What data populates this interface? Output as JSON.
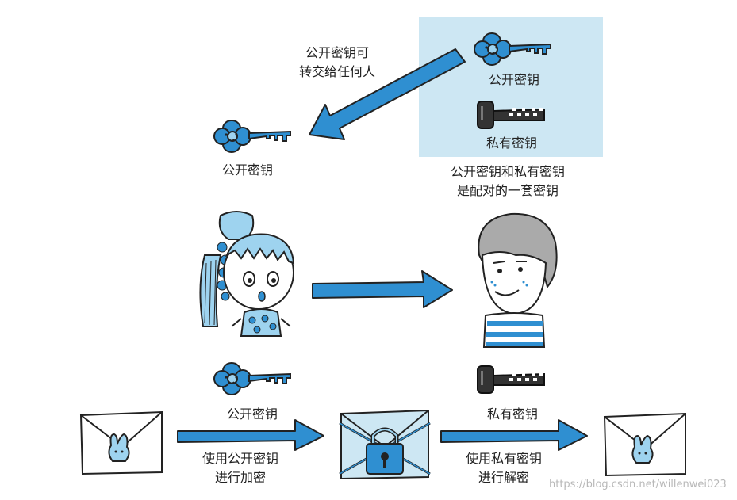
{
  "colors": {
    "accent": "#2f8fd1",
    "panel": "#cde7f3",
    "dark_key": "#333333",
    "light_blue": "#9ed3ef",
    "outline": "#222222"
  },
  "labels": {
    "public_key_transfer": [
      "公开密钥可",
      "转交给任何人"
    ],
    "panel_public_key": "公开密钥",
    "panel_private_key": "私有密钥",
    "public_key_left": "公开密钥",
    "pair_note": [
      "公开密钥和私有密钥",
      "是配对的一套密钥"
    ],
    "bottom_public_key": "公开密钥",
    "bottom_private_key": "私有密钥",
    "encrypt_step": [
      "使用公开密钥",
      "进行加密"
    ],
    "decrypt_step": [
      "使用私有密钥",
      "进行解密"
    ]
  },
  "watermark": "https://blog.csdn.net/willenwei023",
  "icons": [
    "blue-key-icon",
    "black-key-icon",
    "envelope-icon",
    "locked-envelope-icon",
    "padlock-icon",
    "girl-illustration",
    "boy-illustration",
    "arrow-icon"
  ]
}
